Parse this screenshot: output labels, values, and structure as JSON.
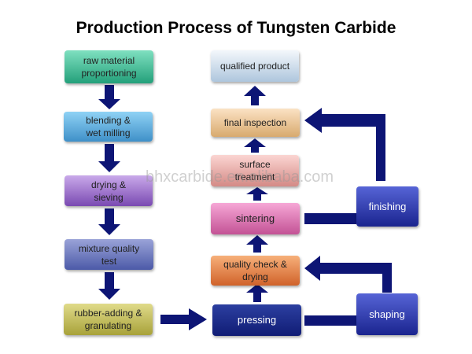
{
  "title": "Production Process of Tungsten Carbide",
  "watermark": "bhxcarbide.en.alibaba.com",
  "colors": {
    "arrow": "#0d1575"
  },
  "left_column": [
    {
      "label": "raw material\nproportioning"
    },
    {
      "label": "blending &\nwet milling"
    },
    {
      "label": "drying &\nsieving"
    },
    {
      "label": "mixture quality\ntest"
    },
    {
      "label": "rubber-adding &\ngranulating"
    }
  ],
  "right_column": [
    {
      "label": "qualified product"
    },
    {
      "label": "final inspection"
    },
    {
      "label": "surface\ntreatment"
    },
    {
      "label": "sintering"
    },
    {
      "label": "quality check &\ndrying"
    },
    {
      "label": "pressing"
    }
  ],
  "side_steps": [
    {
      "label": "finishing"
    },
    {
      "label": "shaping"
    }
  ]
}
